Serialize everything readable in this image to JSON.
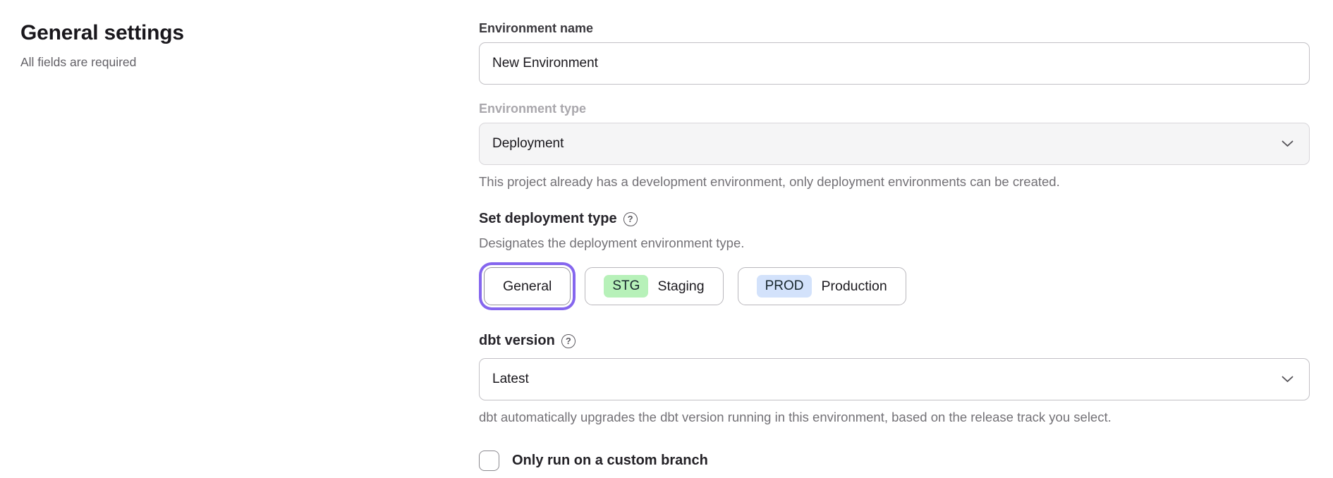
{
  "page": {
    "title": "General settings",
    "subtitle": "All fields are required"
  },
  "form": {
    "environment_name": {
      "label": "Environment name",
      "value": "New Environment"
    },
    "environment_type": {
      "label": "Environment type",
      "value": "Deployment",
      "disabled": true,
      "helper": "This project already has a development environment, only deployment environments can be created."
    },
    "deployment_type": {
      "label": "Set deployment type",
      "description": "Designates the deployment environment type.",
      "options": [
        {
          "label": "General",
          "badge": "",
          "selected": true
        },
        {
          "label": "Staging",
          "badge": "STG",
          "selected": false
        },
        {
          "label": "Production",
          "badge": "PROD",
          "selected": false
        }
      ]
    },
    "dbt_version": {
      "label": "dbt version",
      "value": "Latest",
      "helper": "dbt automatically upgrades the dbt version running in this environment, based on the release track you select."
    },
    "custom_branch": {
      "label": "Only run on a custom branch",
      "checked": false
    }
  },
  "icons": {
    "help_glyph": "?"
  },
  "colors": {
    "accent_purple": "#8566ee",
    "badge_green": "#b7f1b9",
    "badge_blue": "#d3e2fb",
    "text_dark": "#19171c",
    "text_gray": "#737176",
    "border_gray": "#c2c0c5"
  }
}
